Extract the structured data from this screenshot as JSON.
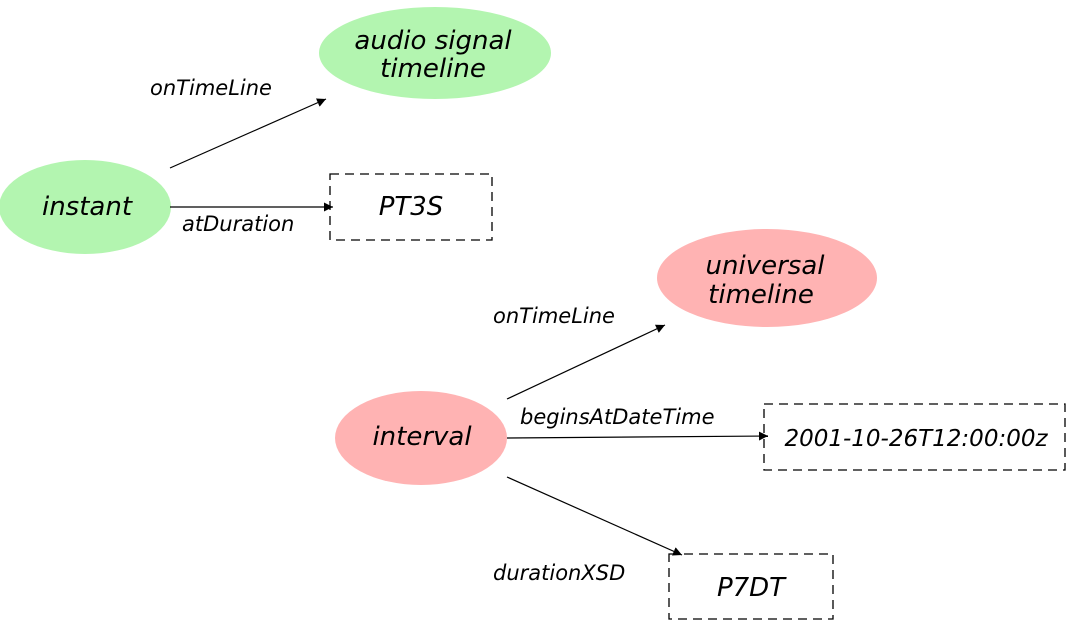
{
  "colors": {
    "green_node": "#b3f5b0",
    "pink_node": "#ffb3b3",
    "edge": "#000000"
  },
  "nodes": {
    "audio_signal_timeline": {
      "line1": "audio signal",
      "line2": "timeline"
    },
    "instant": {
      "label": "instant"
    },
    "pt3s": {
      "label": "PT3S"
    },
    "universal_timeline": {
      "line1": "universal",
      "line2": "timeline"
    },
    "interval": {
      "label": "interval"
    },
    "datetime": {
      "label": "2001-10-26T12:00:00z"
    },
    "p7dt": {
      "label": "P7DT"
    }
  },
  "edges": {
    "instant_on_timeline": {
      "label": "onTimeLine"
    },
    "instant_at_duration": {
      "label": "atDuration"
    },
    "interval_on_timeline": {
      "label": "onTimeLine"
    },
    "interval_begins_at": {
      "label": "beginsAtDateTime"
    },
    "interval_duration": {
      "label": "durationXSD"
    }
  }
}
